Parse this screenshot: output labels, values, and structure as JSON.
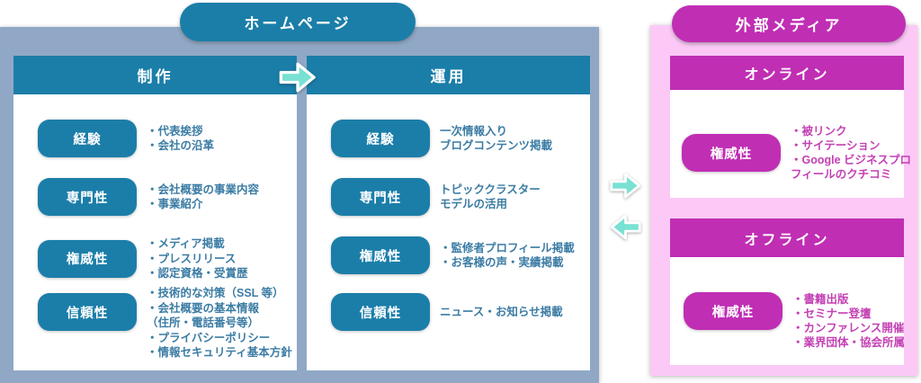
{
  "colors": {
    "teal": "#1b7ea9",
    "teal_text": "#3b7ca4",
    "slate_background": "#90a8c6",
    "aqua_arrow": "#79e1d3",
    "magenta": "#c02eb4",
    "magenta_text": "#c440b4",
    "pink_background": "#fcc9f7"
  },
  "homepage": {
    "title": "ホームページ",
    "production": {
      "header": "制作",
      "rows": [
        {
          "label": "経験",
          "lines": [
            "・代表挨拶",
            "・会社の沿革"
          ]
        },
        {
          "label": "専門性",
          "lines": [
            "・会社概要の事業内容",
            "・事業紹介"
          ]
        },
        {
          "label": "権威性",
          "lines": [
            "・メディア掲載",
            "・プレスリリース",
            "・認定資格・受賞歴"
          ]
        },
        {
          "label": "信頼性",
          "lines": [
            "・技術的な対策（SSL 等）",
            "・会社概要の基本情報",
            "（住所・電話番号等）",
            "・プライバシーポリシー",
            "・情報セキュリティ基本方針"
          ]
        }
      ]
    },
    "operation": {
      "header": "運用",
      "rows": [
        {
          "label": "経験",
          "lines": [
            "一次情報入り",
            "ブログコンテンツ掲載"
          ]
        },
        {
          "label": "専門性",
          "lines": [
            "トピッククラスター",
            "モデルの活用"
          ]
        },
        {
          "label": "権威性",
          "lines": [
            "・監修者プロフィール掲載",
            "・お客様の声・実績掲載"
          ]
        },
        {
          "label": "信頼性",
          "lines": [
            "ニュース・お知らせ掲載"
          ]
        }
      ]
    }
  },
  "external_media": {
    "title": "外部メディア",
    "online": {
      "header": "オンライン",
      "rows": [
        {
          "label": "権威性",
          "lines": [
            "・被リンク",
            "・サイテーション",
            "・Google ビジネスプロ",
            "フィールのクチコミ"
          ]
        }
      ]
    },
    "offline": {
      "header": "オフライン",
      "rows": [
        {
          "label": "権威性",
          "lines": [
            "・書籍出版",
            "・セミナー登壇",
            "・カンファレンス開催",
            "・業界団体・協会所属"
          ]
        }
      ]
    }
  }
}
